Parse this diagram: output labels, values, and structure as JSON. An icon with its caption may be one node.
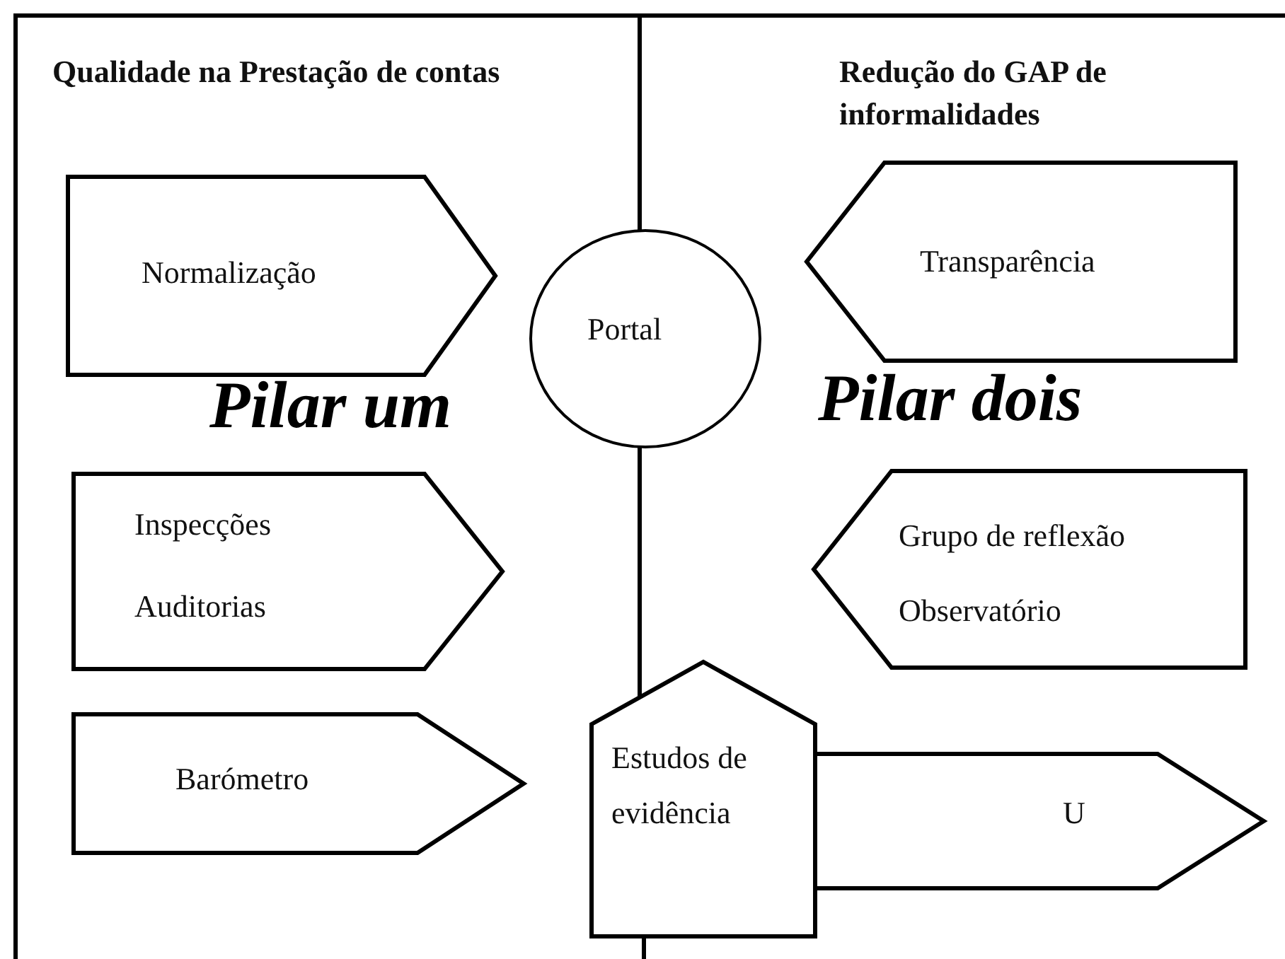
{
  "diagram": {
    "nodes": [
      {
        "text": [
          "Normalização"
        ]
      },
      {
        "text": [
          "Portal"
        ]
      },
      {
        "text": [
          "Transparência"
        ]
      },
      {
        "text": [
          "Inspecções",
          "Auditorias"
        ]
      },
      {
        "text": [
          "Grupo de reflexão",
          "Observatório"
        ]
      },
      {
        "text": [
          "Barómetro"
        ]
      },
      {
        "text": [
          "Estudos de evidência"
        ]
      },
      {
        "text": [
          "U"
        ]
      }
    ],
    "edges": [
      {
        "from": 1,
        "to": 6,
        "arrow": "none"
      }
    ],
    "labels": [
      "Qualidade na Prestação de contas",
      "Redução do GAP de informalidades",
      "Pilar um",
      "Pilar dois"
    ]
  }
}
